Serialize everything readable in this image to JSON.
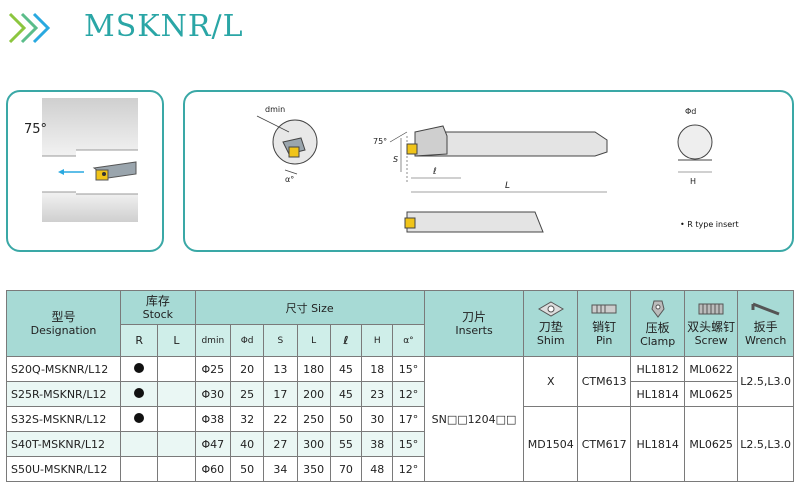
{
  "header": {
    "title": "MSKNR/L"
  },
  "diagram": {
    "angle_left": "75°",
    "angle_main": "75°",
    "dmin_label": "dmin",
    "a_label": "α°",
    "s_label": "S",
    "l_label": "ℓ",
    "L_label": "L",
    "od_label": "Φd",
    "h_label": "H",
    "r_insert_note": "• R type insert"
  },
  "table": {
    "headers": {
      "designation_zh": "型号",
      "designation_en": "Designation",
      "stock_zh": "库存",
      "stock_en": "Stock",
      "size_zh": "尺寸",
      "size_en": "Size",
      "inserts_zh": "刀片",
      "inserts_en": "Inserts",
      "shim_zh": "刀垫",
      "shim_en": "Shim",
      "pin_zh": "销钉",
      "pin_en": "Pin",
      "clamp_zh": "压板",
      "clamp_en": "Clamp",
      "screw_zh": "双头螺钉",
      "screw_en": "Screw",
      "wrench_zh": "扳手",
      "wrench_en": "Wrench"
    },
    "subheaders": {
      "r": "R",
      "l": "L",
      "dmin": "dmin",
      "od": "Φd",
      "s": "S",
      "L": "L",
      "ell": "ℓ",
      "h": "H",
      "a": "α°"
    },
    "rows": [
      {
        "designation": "S20Q-MSKNR/L12",
        "r_stock": true,
        "l_stock": false,
        "dmin": "Φ25",
        "od": "20",
        "s": "13",
        "L": "180",
        "ell": "45",
        "h": "18",
        "a": "15°"
      },
      {
        "designation": "S25R-MSKNR/L12",
        "r_stock": true,
        "l_stock": false,
        "dmin": "Φ30",
        "od": "25",
        "s": "17",
        "L": "200",
        "ell": "45",
        "h": "23",
        "a": "12°"
      },
      {
        "designation": "S32S-MSKNR/L12",
        "r_stock": true,
        "l_stock": false,
        "dmin": "Φ38",
        "od": "32",
        "s": "22",
        "L": "250",
        "ell": "50",
        "h": "30",
        "a": "17°"
      },
      {
        "designation": "S40T-MSKNR/L12",
        "r_stock": false,
        "l_stock": false,
        "dmin": "Φ47",
        "od": "40",
        "s": "27",
        "L": "300",
        "ell": "55",
        "h": "38",
        "a": "15°"
      },
      {
        "designation": "S50U-MSKNR/L12",
        "r_stock": false,
        "l_stock": false,
        "dmin": "Φ60",
        "od": "50",
        "s": "34",
        "L": "350",
        "ell": "70",
        "h": "48",
        "a": "12°"
      }
    ],
    "insert": "SN□□1204□□",
    "group1": {
      "shim": "X",
      "pin": "CTM613",
      "clamp_a": "HL1812",
      "clamp_b": "HL1814",
      "screw_a": "ML0622",
      "screw_b": "ML0625",
      "wrench": "L2.5,L3.0"
    },
    "group2": {
      "shim": "MD1504",
      "pin": "CTM617",
      "clamp": "HL1814",
      "screw": "ML0625",
      "wrench": "L2.5,L3.0"
    }
  },
  "colors": {
    "accent": "#2aa6a6",
    "header_bg": "#a7dad5",
    "subheader_bg": "#cfeee9",
    "logo_green": "#8cc63f",
    "logo_blue": "#29a9e0"
  }
}
